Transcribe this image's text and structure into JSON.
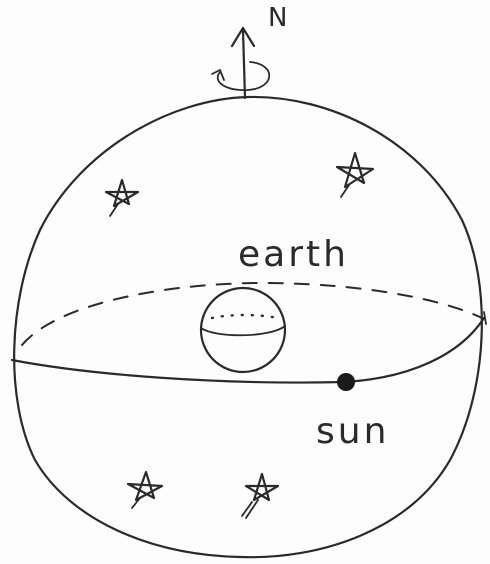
{
  "labels": {
    "north": "N",
    "earth": "earth",
    "sun": "sun"
  },
  "colors": {
    "ink": "#2a2a2a",
    "paper": "#fdfdfd"
  },
  "stars": {
    "count": 4
  }
}
